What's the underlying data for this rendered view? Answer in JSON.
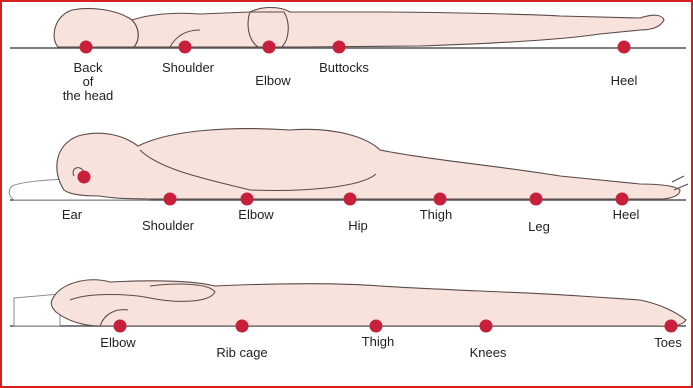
{
  "colors": {
    "border": "#d62020",
    "pressure_point": "#c8203a",
    "skin": "#f7e2dc",
    "outline": "#5a4a48"
  },
  "positions": [
    {
      "labels": {
        "back_of_head": [
          "Back",
          "of",
          "the head"
        ],
        "shoulder": "Shoulder",
        "elbow": "Elbow",
        "buttocks": "Buttocks",
        "heel": "Heel"
      }
    },
    {
      "labels": {
        "ear": "Ear",
        "shoulder": "Shoulder",
        "elbow": "Elbow",
        "hip": "Hip",
        "thigh": "Thigh",
        "leg": "Leg",
        "heel": "Heel"
      }
    },
    {
      "labels": {
        "elbow": "Elbow",
        "rib_cage": "Rib cage",
        "thigh": "Thigh",
        "knees": "Knees",
        "toes": "Toes"
      }
    }
  ]
}
